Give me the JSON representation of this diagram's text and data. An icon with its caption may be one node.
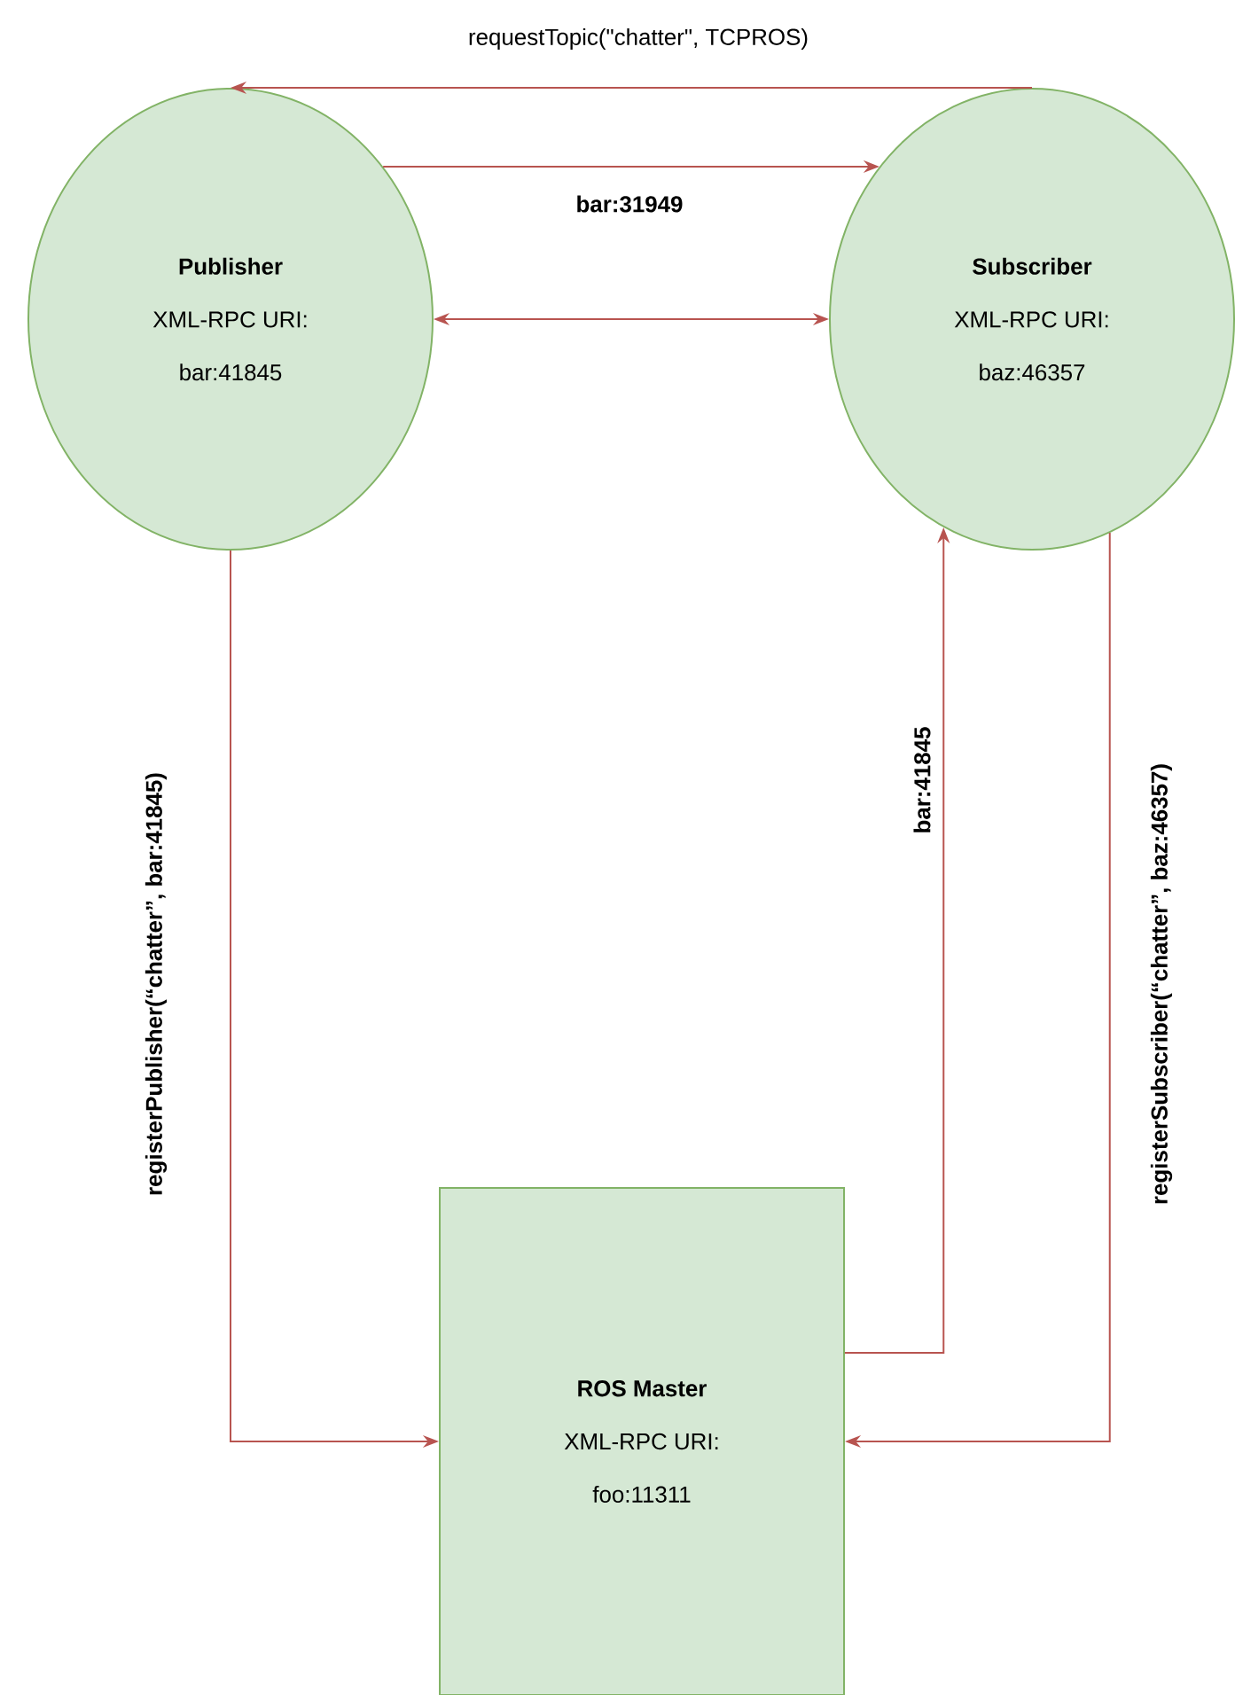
{
  "diagram": {
    "nodes": [
      {
        "text": [
          "Publisher",
          "XML-RPC URI:",
          "bar:41845"
        ]
      },
      {
        "text": [
          "Subscriber",
          "XML-RPC URI:",
          "baz:46357"
        ]
      },
      {
        "text": [
          "ROS Master",
          "XML-RPC URI:",
          "foo:11311"
        ]
      }
    ],
    "edges": [
      {
        "from": 1,
        "to": 0,
        "arrow": "to",
        "label": "requestTopic(\"chatter\", TCPROS)"
      },
      {
        "from": 0,
        "to": 1,
        "arrow": "to",
        "label": "bar:31949"
      },
      {
        "from": 0,
        "to": 1,
        "arrow": "both"
      },
      {
        "from": 0,
        "to": 2,
        "arrow": "to",
        "label": "registerPublisher(“chatter”, bar:41845)"
      },
      {
        "from": 2,
        "to": 1,
        "arrow": "to",
        "label": "bar:41845"
      },
      {
        "from": 1,
        "to": 2,
        "arrow": "to",
        "label": "registerSubscriber(“chatter”, baz:46357)"
      }
    ]
  }
}
